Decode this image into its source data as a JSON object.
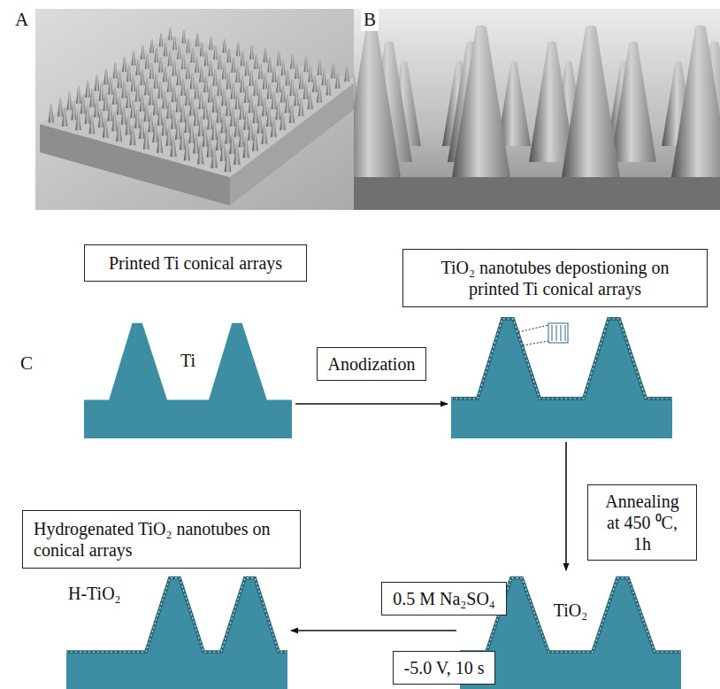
{
  "diagram": {
    "nodes": [
      {
        "text": [
          "Printed Ti conical arrays",
          "Ti"
        ]
      },
      {
        "text": [
          "TiO₂ nanotubes depostioning on printed Ti conical arrays"
        ]
      },
      {
        "text": [
          "TiO₂"
        ]
      },
      {
        "text": [
          "Hydrogenated TiO₂ nanotubes on conical arrays",
          "H-TiO₂"
        ]
      }
    ],
    "edges": [
      {
        "from": 0,
        "to": 1,
        "arrow": "to",
        "label": "Anodization"
      },
      {
        "from": 1,
        "to": 2,
        "arrow": "to",
        "label": "Annealing at 450 ⁰C, 1h"
      },
      {
        "from": 2,
        "to": 3,
        "arrow": "to",
        "label": "0.5 M Na₂SO₄"
      }
    ],
    "labels": [
      "A",
      "B",
      "C",
      "-5.0 V, 10 s"
    ]
  }
}
